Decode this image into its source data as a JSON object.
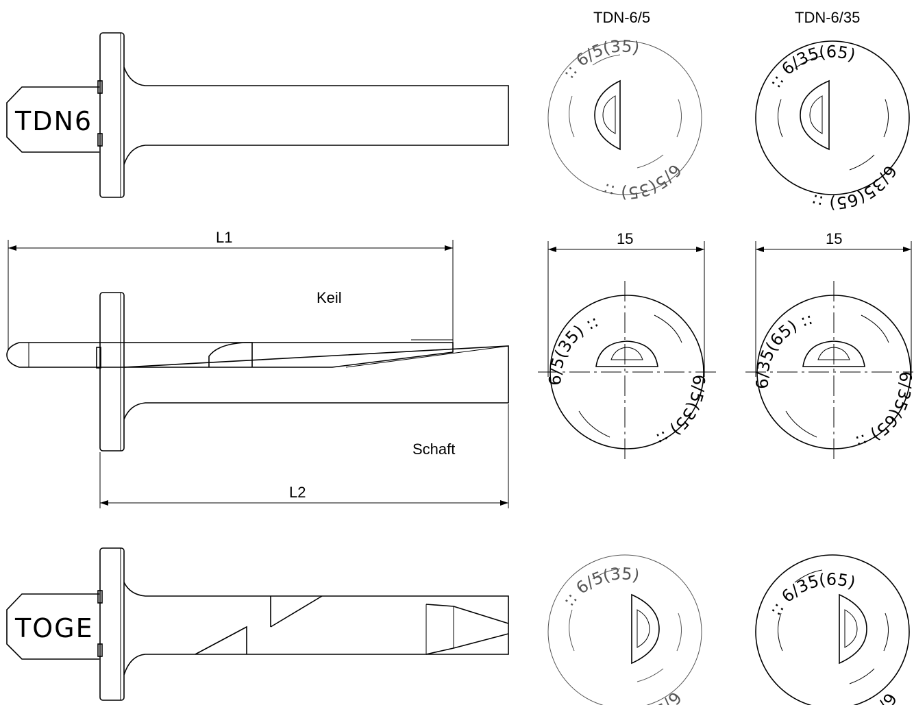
{
  "headers": {
    "left": "TDN-6/5",
    "right": "TDN-6/35"
  },
  "anchor_top": {
    "stamp": "TDN6"
  },
  "anchor_bottom": {
    "stamp": "TOGE"
  },
  "section": {
    "dim_l1": "L1",
    "dim_l2": "L2",
    "keil": "Keil",
    "schaft": "Schaft"
  },
  "disc_width_dim": "15",
  "marks": {
    "left": {
      "main": ":: 6/5(35)",
      "repeat": "6/5(35) ::"
    },
    "right": {
      "main": ":: 6/35(65)",
      "repeat": "6/35(65) ::"
    }
  }
}
